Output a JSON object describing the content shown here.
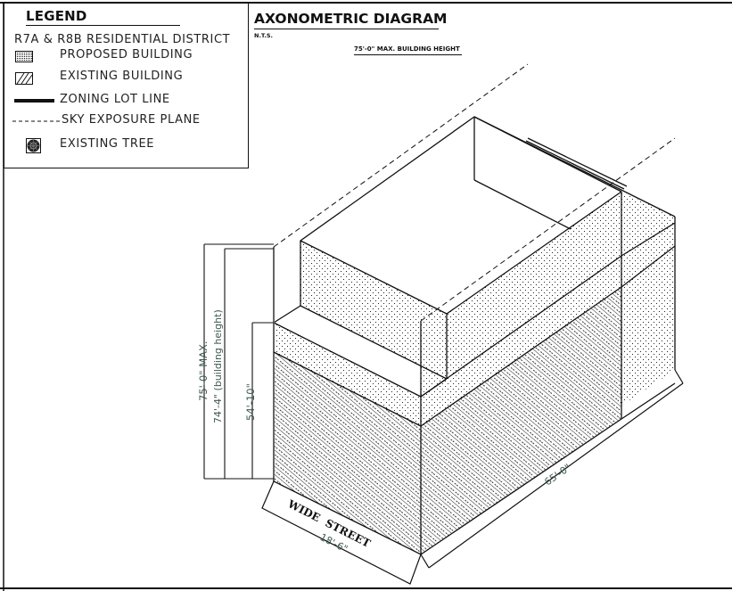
{
  "legend": {
    "title": "LEGEND",
    "district": "R7A & R8B RESIDENTIAL DISTRICT",
    "items": [
      {
        "label": "PROPOSED BUILDING",
        "icon": "dotted-hatch-swatch-icon"
      },
      {
        "label": "EXISTING BUILDING",
        "icon": "diagonal-hatch-swatch-icon"
      },
      {
        "label": "ZONING LOT LINE",
        "icon": "thick-line-icon"
      },
      {
        "label": "SKY EXPOSURE PLANE",
        "icon": "dashed-line-icon"
      },
      {
        "label": "EXISTING TREE",
        "icon": "tree-symbol-icon"
      }
    ]
  },
  "header": {
    "title": "AXONOMETRIC DIAGRAM",
    "scale_note": "N.T.S.",
    "height_note": "75'-0\" MAX. BUILDING HEIGHT"
  },
  "dimensions": {
    "max_height": "75'-0\" MAX.",
    "building_height": "74'-4\" (building height)",
    "base_height": "54'-10\"",
    "frontage": "18'-6\"",
    "depth": "65'-0\""
  },
  "street": {
    "label": "WIDE  STREET"
  },
  "colors": {
    "line": "#111111",
    "dimension_text": "#3f5a4e",
    "background": "#ffffff"
  }
}
